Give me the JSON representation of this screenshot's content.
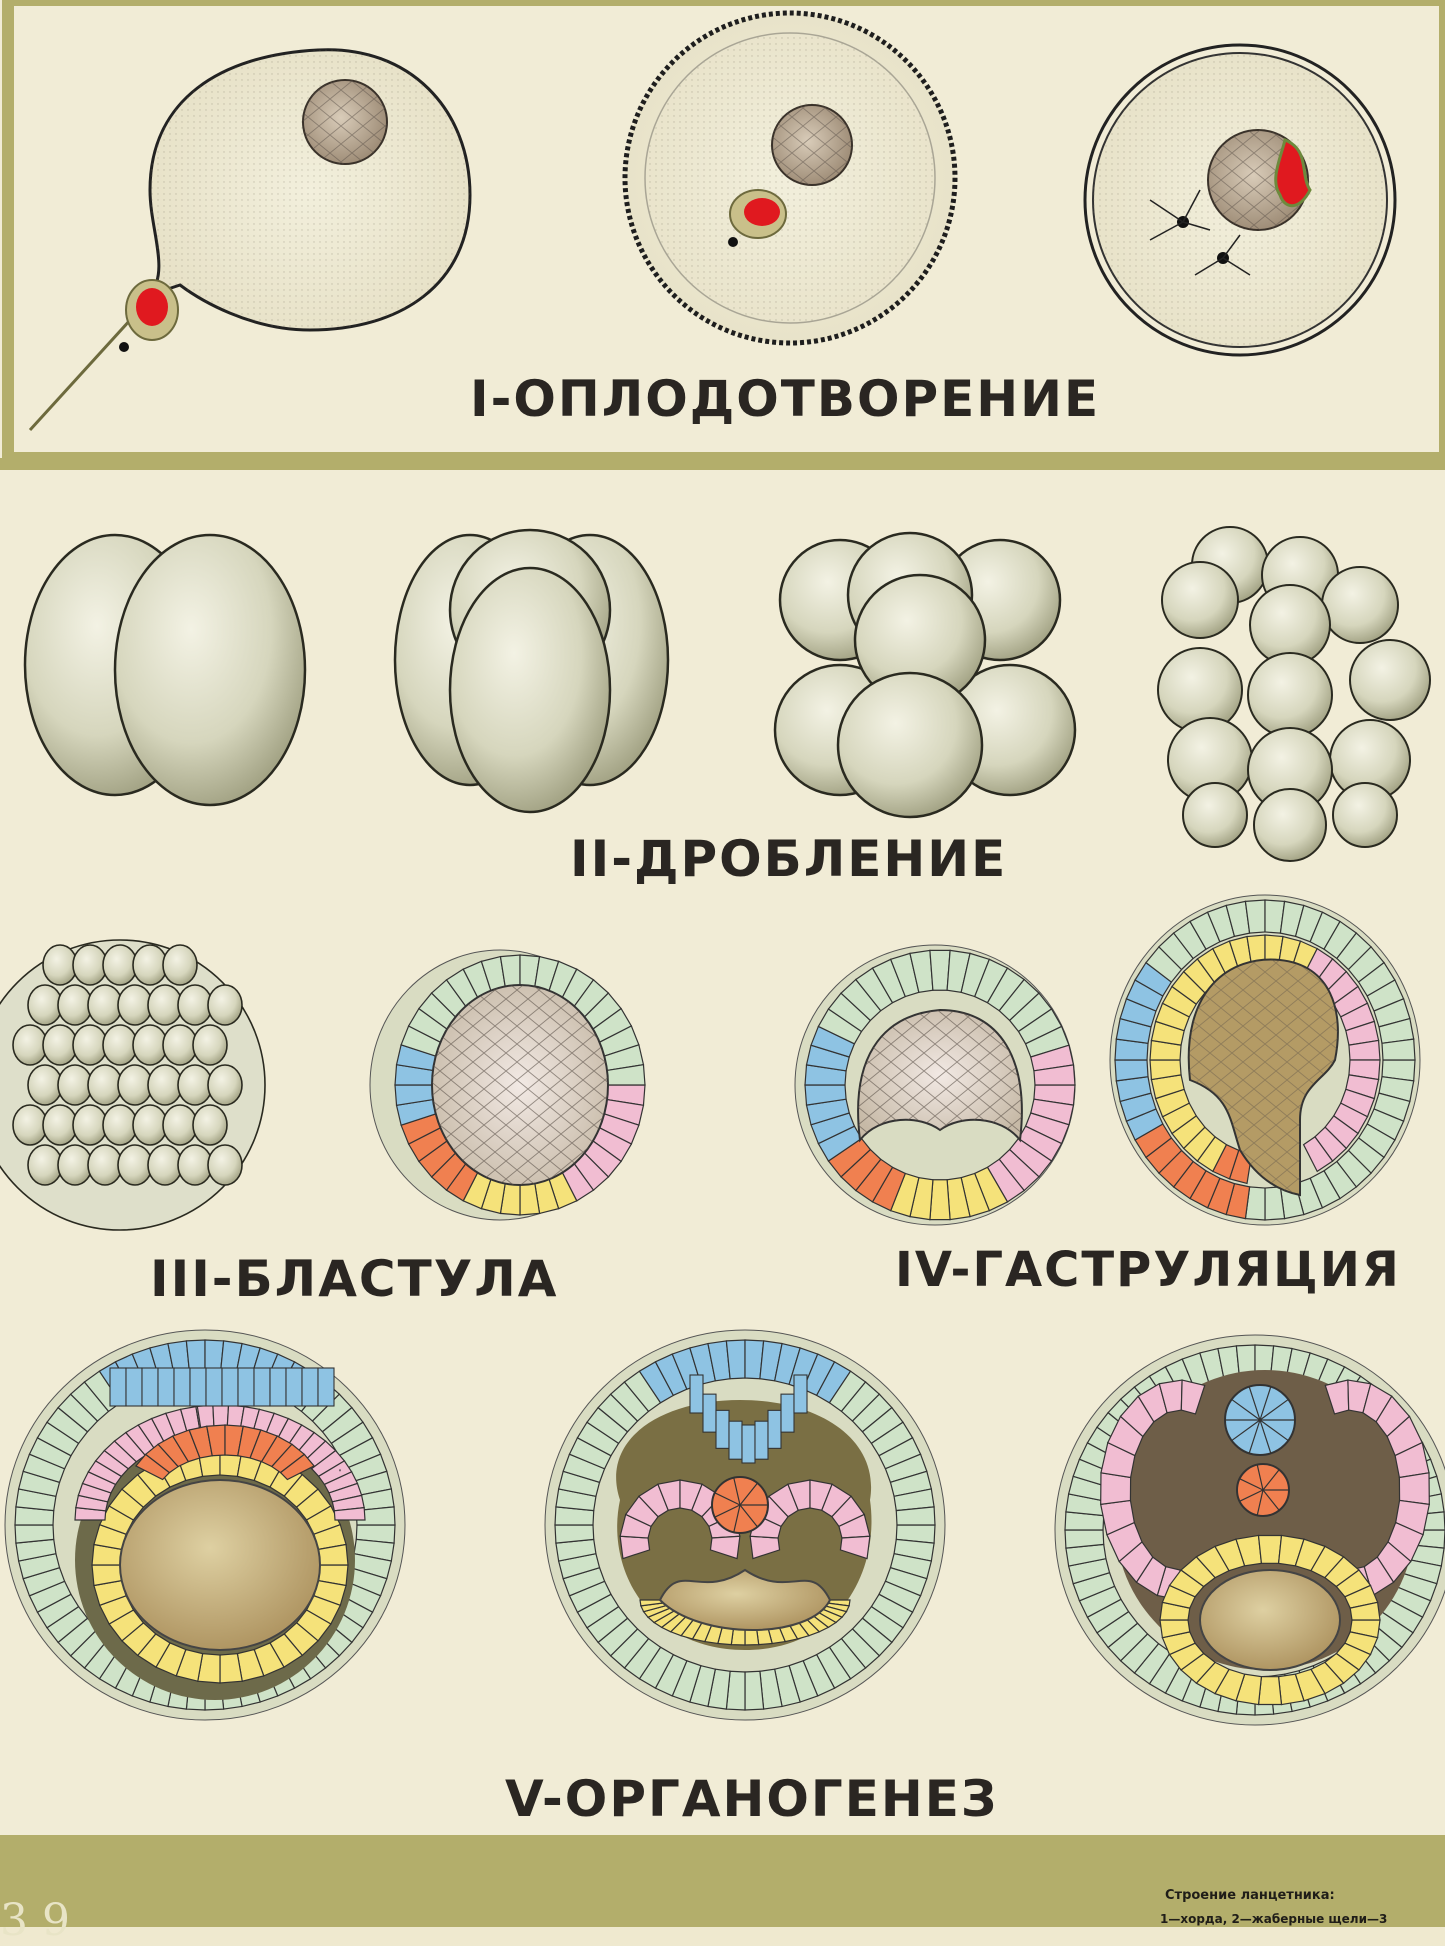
{
  "stages": {
    "fertilization": "I-ОПЛОДОТВОРЕНИЕ",
    "cleavage": "II-ДРОБЛЕНИЕ",
    "blastula": "III-БЛАСТУЛА",
    "gastrulation": "IV-ГАСТРУЛЯЦИЯ",
    "organogenesis": "V-ОРГАНОГЕНЕЗ"
  },
  "footer": {
    "page_numbers": "3  9",
    "caption": "Строение ланцетника:",
    "caption_line2": "1—хорда, 2—жаберные щели—3"
  },
  "colors": {
    "background": "#f1ecd6",
    "frame": "#b3ae6b",
    "ectoderm": "#cfe3c8",
    "neural": "#8ec3e3",
    "mesoderm": "#f08050",
    "endoderm": "#f5e27a",
    "pink": "#f1bdd2",
    "nucleus_red": "#e0191f",
    "cell_green": "#d8dcc6"
  }
}
